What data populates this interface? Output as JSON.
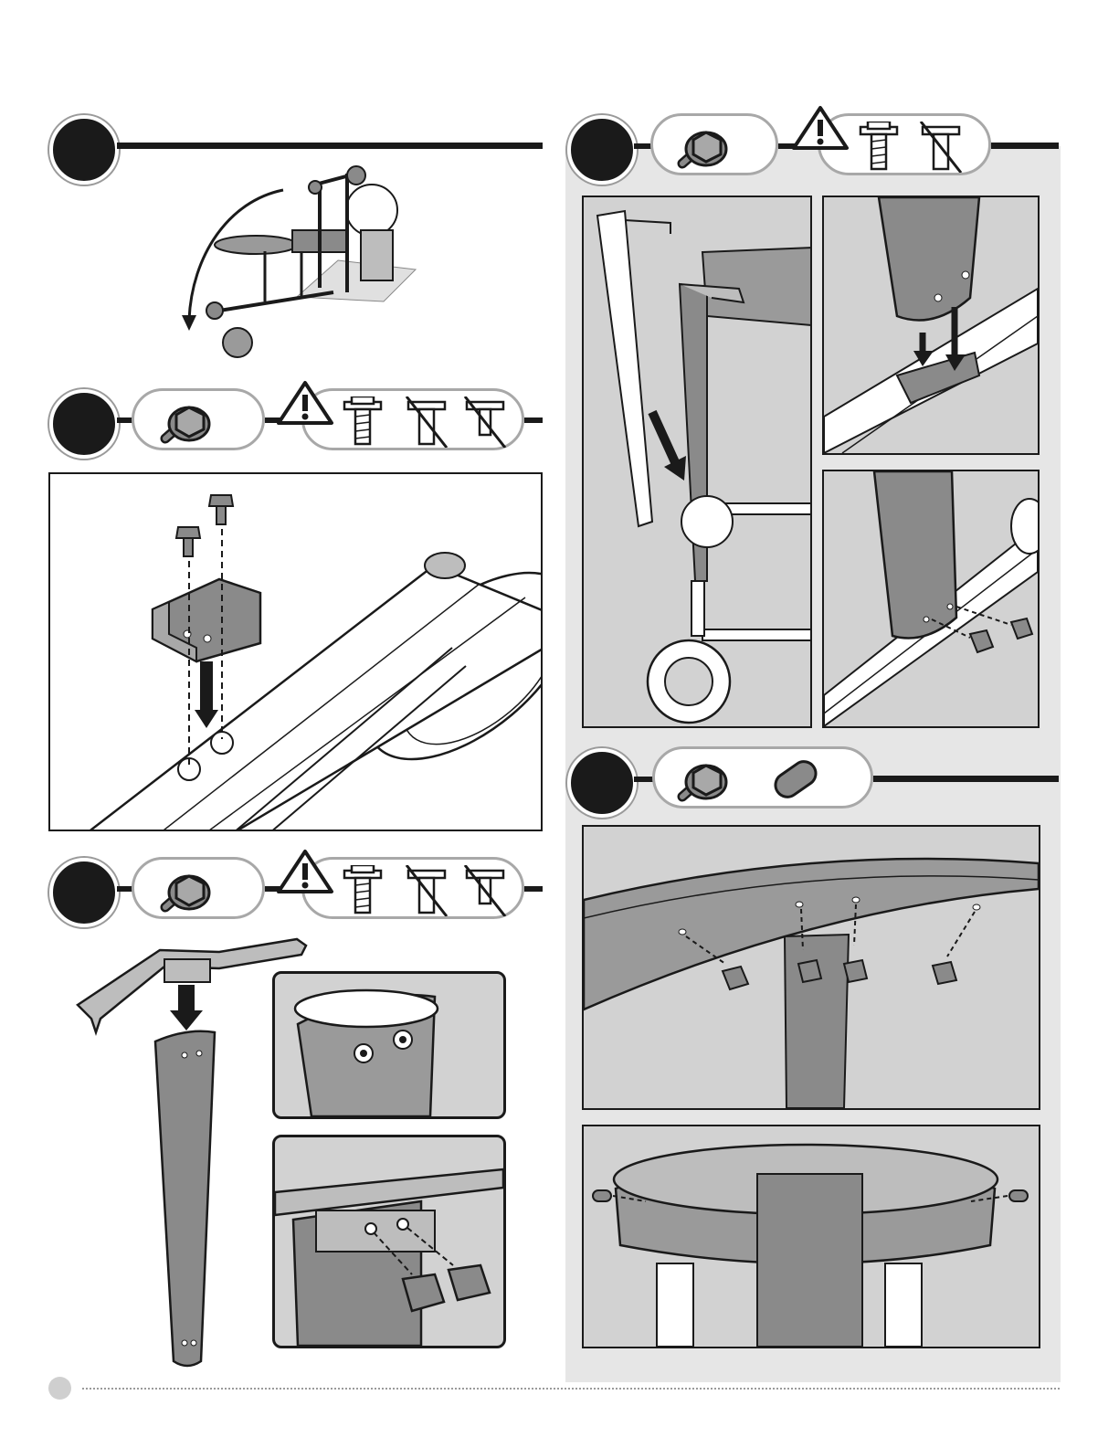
{
  "page": {
    "steps": [
      {
        "id": "step-a",
        "number": "",
        "hardware": []
      },
      {
        "id": "step-b",
        "number": "",
        "hardware": [
          "bolt-icon",
          "warning-icon",
          "correct-bolt-icon",
          "wrong-bolt-icon",
          "wrong-bolt-icon"
        ]
      },
      {
        "id": "step-c",
        "number": "",
        "hardware": [
          "bolt-icon",
          "warning-icon",
          "correct-bolt-icon",
          "wrong-bolt-icon",
          "wrong-bolt-icon"
        ]
      },
      {
        "id": "step-d",
        "number": "",
        "hardware": [
          "bolt-icon",
          "warning-icon",
          "correct-bolt-icon",
          "wrong-bolt-icon"
        ]
      },
      {
        "id": "step-e",
        "number": "",
        "hardware": [
          "bolt-icon",
          "cap-icon"
        ]
      }
    ],
    "page_number": ""
  },
  "colors": {
    "ink": "#1a1a1a",
    "part_gray": "#8a8a8a",
    "panel_gray": "#d2d2d2",
    "section_gray": "#e6e6e6"
  }
}
